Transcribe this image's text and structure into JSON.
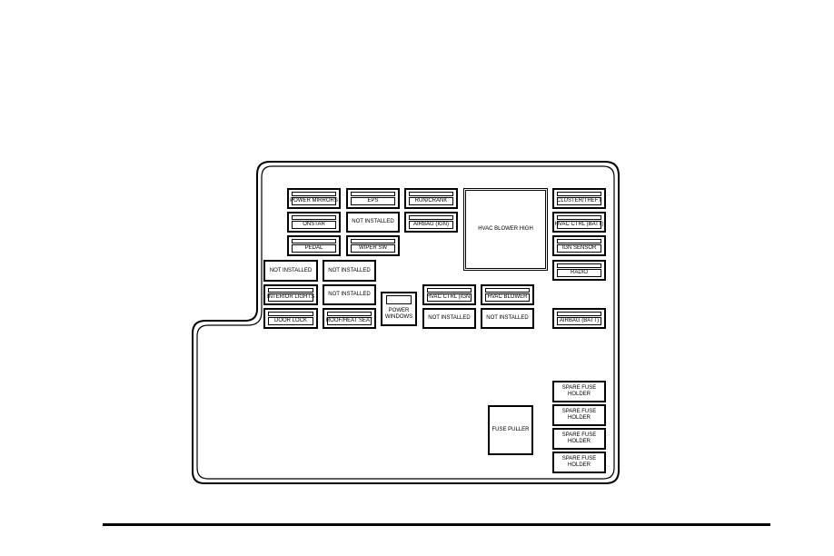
{
  "fuse_block": {
    "fuses": {
      "power_mirrors": "POWER MIRRORS",
      "eps": "EPS",
      "run_crank": "RUN/CRANK",
      "hvac_blower_high": "HVAC BLOWER HIGH",
      "cluster_theft": "CLUSTER/THEFT",
      "onstar": "ONSTAR",
      "not_installed_top": "NOT INSTALLED",
      "airbag_ign": "AIRBAG (IGN)",
      "hvac_ctrl_batt": "HVAC CTRL (BATT)",
      "pedal": "PEDAL",
      "wiper_sw": "WIPER SW",
      "ign_sensor": "IGN SENSOR",
      "radio": "RADIO",
      "not_installed_left_1": "NOT INSTALLED",
      "not_installed_left_2": "NOT INSTALLED",
      "interior_lights": "INTERIOR LIGHTS",
      "not_installed_mid": "NOT INSTALLED",
      "power_windows": "POWER WINDOWS",
      "hvac_ctrl_ign": "HVAC CTRL (IGN)",
      "hvac_blower": "HVAC BLOWER",
      "door_lock": "DOOR LOCK",
      "roof_heat_seat": "ROOF/HEAT SEAT",
      "not_installed_bottom_1": "NOT INSTALLED",
      "not_installed_bottom_2": "NOT INSTALLED",
      "airbag_batt": "AIRBAG (BATT)",
      "fuse_puller": "FUSE PULLER",
      "spare_fuse_holder_1": "SPARE FUSE HOLDER",
      "spare_fuse_holder_2": "SPARE FUSE HOLDER",
      "spare_fuse_holder_3": "SPARE FUSE HOLDER",
      "spare_fuse_holder_4": "SPARE FUSE HOLDER"
    }
  }
}
